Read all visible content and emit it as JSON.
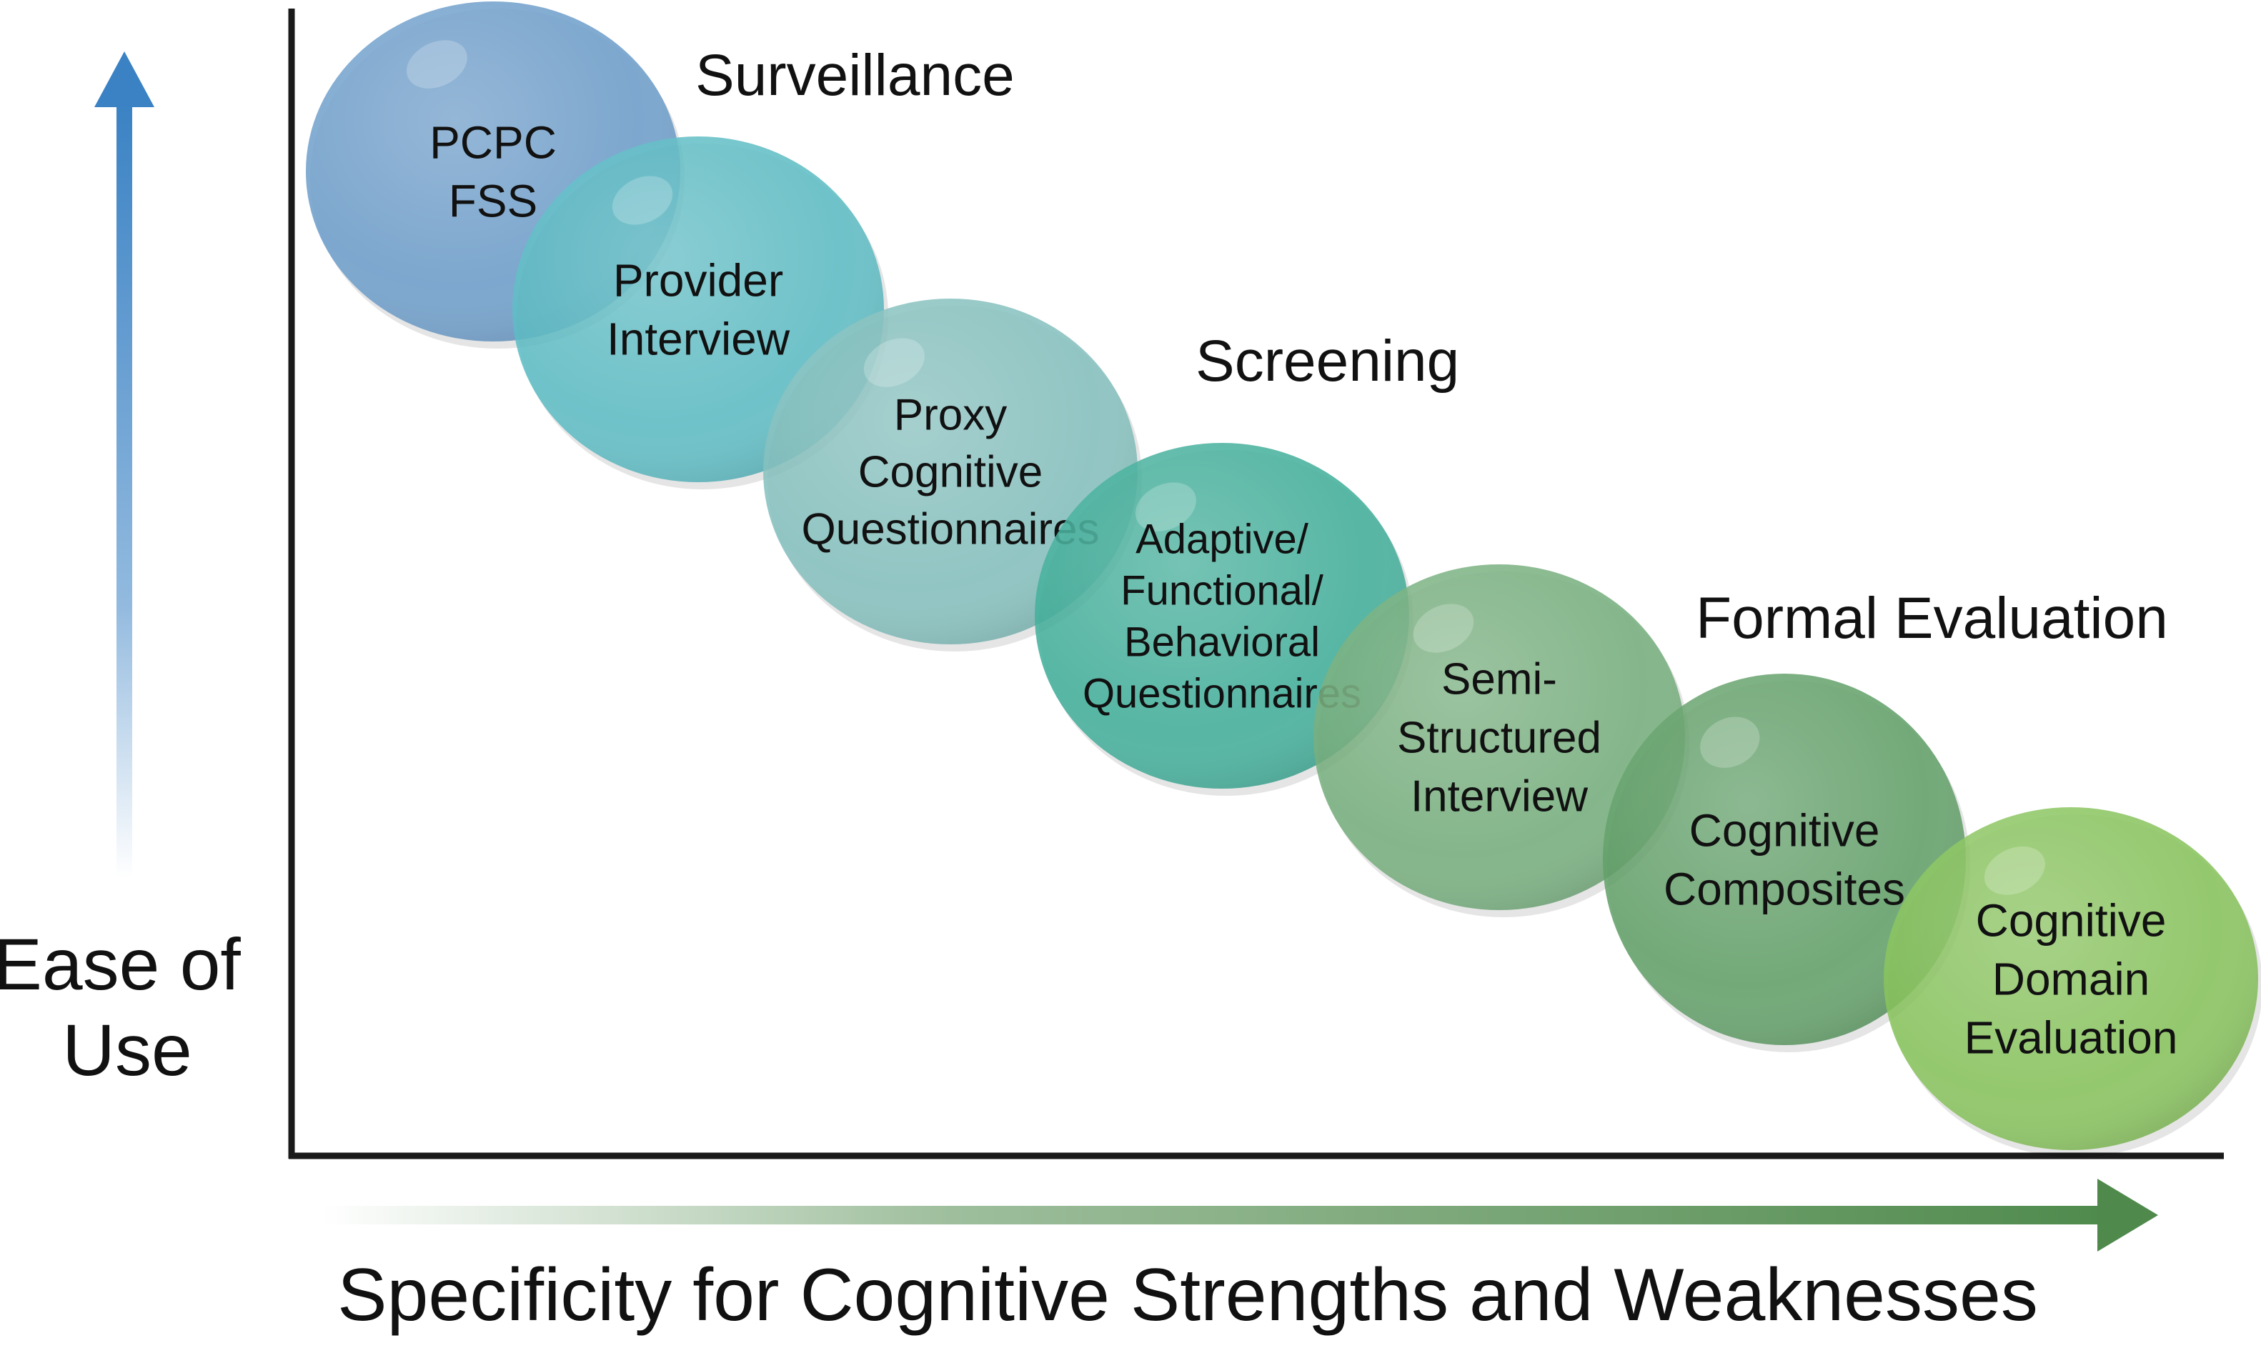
{
  "axes": {
    "y_label": "Ease of Use",
    "y_label_lines": [
      "Ease of",
      "Use"
    ],
    "x_label": "Specificity for Cognitive Strengths and Weaknesses"
  },
  "stages": [
    {
      "id": "surveillance",
      "label": "Surveillance"
    },
    {
      "id": "screening",
      "label": "Screening"
    },
    {
      "id": "formal-evaluation",
      "label": "Formal Evaluation"
    }
  ],
  "methods": [
    {
      "id": "pcpc-fss",
      "lines": [
        "PCPC",
        "FSS"
      ],
      "color": "#6b9cc9"
    },
    {
      "id": "provider-interview",
      "lines": [
        "Provider",
        "Interview"
      ],
      "color": "#5bbcc4"
    },
    {
      "id": "proxy-cognitive-questionnaires",
      "lines": [
        "Proxy",
        "Cognitive",
        "Questionnaires"
      ],
      "color": "#82bfbd"
    },
    {
      "id": "adaptive-functional-behavioral-questionnaires",
      "lines": [
        "Adaptive/",
        "Functional/",
        "Behavioral",
        "Questionnaires"
      ],
      "color": "#3fae98"
    },
    {
      "id": "semi-structured-interview",
      "lines": [
        "Semi-",
        "Structured",
        "Interview"
      ],
      "color": "#74ad7c"
    },
    {
      "id": "cognitive-composites",
      "lines": [
        "Cognitive",
        "Composites"
      ],
      "color": "#5f9e66"
    },
    {
      "id": "cognitive-domain-evaluation",
      "lines": [
        "Cognitive",
        "Domain",
        "Evaluation"
      ],
      "color": "#86c25a"
    }
  ],
  "colors": {
    "axis_line": "#1a1a1a",
    "y_arrow": "#3a82c4",
    "x_arrow": "#4f8a4c"
  }
}
